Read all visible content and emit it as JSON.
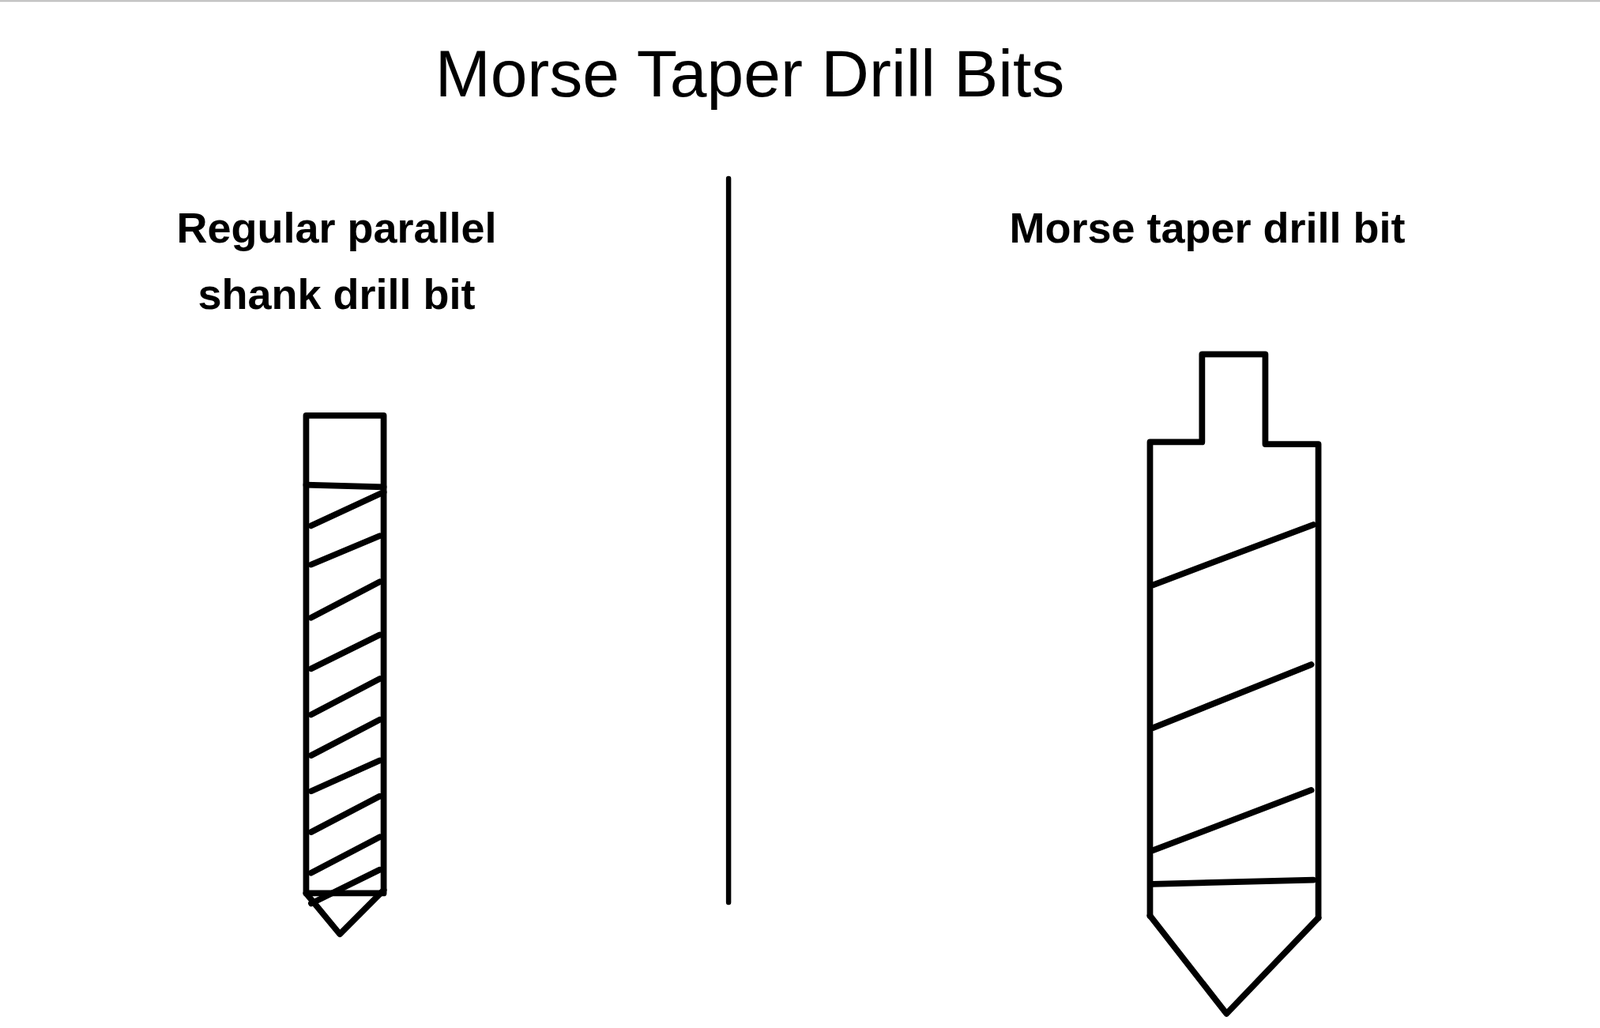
{
  "diagram": {
    "title": "Morse Taper Drill Bits",
    "labels": [
      "Regular parallel shank drill bit",
      "Morse taper drill bit"
    ]
  }
}
